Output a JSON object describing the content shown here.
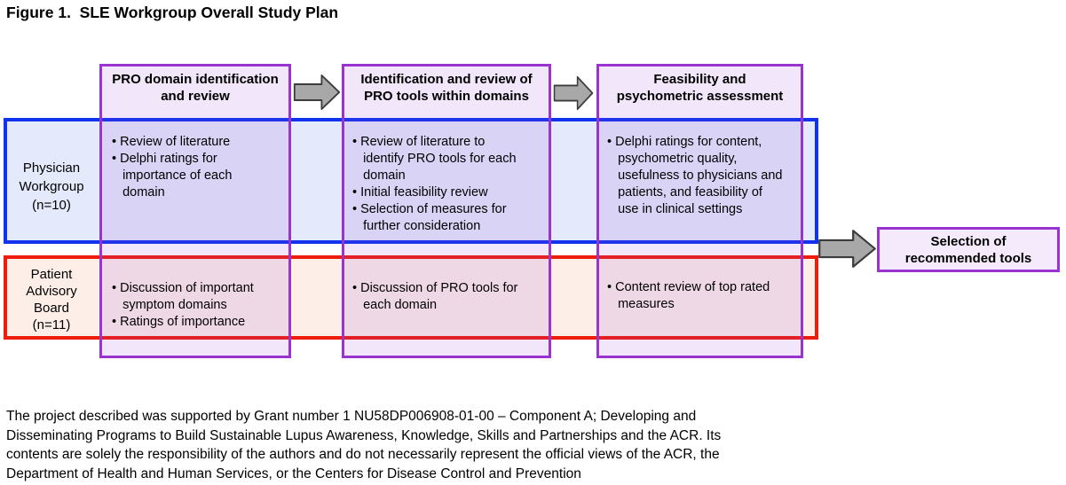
{
  "title": "Figure 1.  SLE Workgroup Overall Study Plan",
  "columns": [
    {
      "header": "PRO domain identification\nand review"
    },
    {
      "header": "Identification and review of\nPRO tools within domains"
    },
    {
      "header": "Feasibility and\npsychometric assessment"
    }
  ],
  "rows": [
    {
      "label": "Physician\nWorkgroup\n(n=10)",
      "cells": [
        "• Review of literature\n• Delphi ratings for\n   importance of each\n   domain",
        "• Review of literature to\n   identify PRO tools for each\n   domain\n• Initial feasibility review\n• Selection of measures for\n   further consideration",
        "• Delphi ratings for content,\n   psychometric quality,\n   usefulness to physicians and\n   patients, and feasibility of\n   use in clinical settings"
      ]
    },
    {
      "label": "Patient\nAdvisory\nBoard\n(n=11)",
      "cells": [
        "• Discussion of important\n   symptom domains\n• Ratings of importance",
        "• Discussion of PRO tools for\n   each domain",
        "• Content review of top rated\n   measures"
      ]
    }
  ],
  "result_box": "Selection of\nrecommended tools",
  "footer": "The project described was supported by Grant number 1 NU58DP006908-01-00 – Component A; Developing and\nDisseminating Programs to Build Sustainable Lupus Awareness, Knowledge, Skills and Partnerships and the ACR. Its\ncontents are solely the responsibility of the authors and do not necessarily represent the official views of the ACR, the\nDepartment of Health and Human Services, or the Centers for Disease Control and Prevention",
  "icons": {
    "flow_arrow": "right-block-arrow"
  },
  "colors": {
    "phase_border": "#9934d1",
    "physician_border": "#1233ee",
    "patient_border": "#ee1c0c",
    "arrow_fill": "#a8a8a8",
    "arrow_stroke": "#3c3c3c"
  }
}
